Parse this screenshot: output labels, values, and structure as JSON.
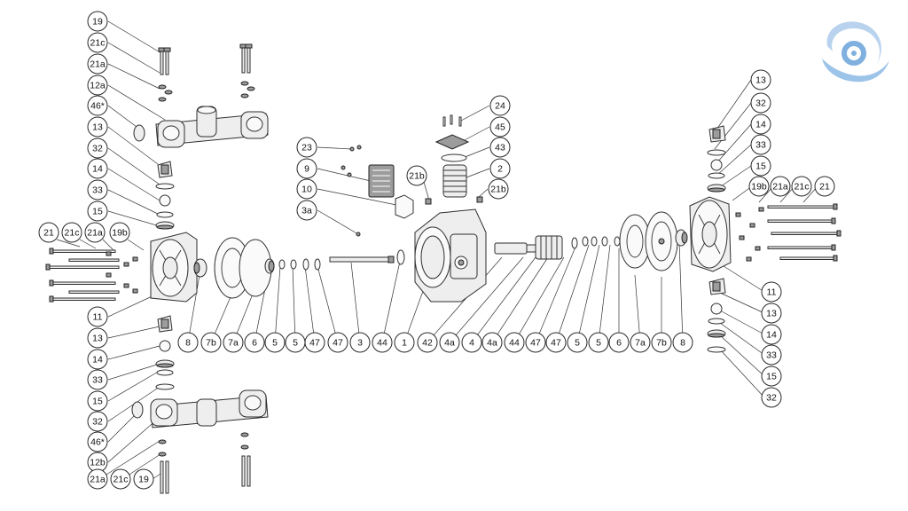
{
  "logo": {
    "icon": "swirl-logo-icon",
    "colors": [
      "#b9d3ee",
      "#7fb0df"
    ]
  },
  "top_left": [
    "19",
    "21c",
    "21a",
    "12a",
    "46*",
    "13",
    "32",
    "14",
    "33",
    "15"
  ],
  "left_mid": [
    "21",
    "21c",
    "21a",
    "19b"
  ],
  "left_low": [
    "11",
    "13",
    "14",
    "33",
    "15",
    "32",
    "46*",
    "12b"
  ],
  "bottom_left": [
    "21a",
    "21c",
    "19"
  ],
  "center_top": [
    "23",
    "9",
    "10",
    "3a"
  ],
  "center_right": [
    "24",
    "45",
    "43",
    "2",
    "21b",
    "21b"
  ],
  "bottom_row": [
    "8",
    "7b",
    "7a",
    "6",
    "5",
    "5",
    "47",
    "47",
    "3",
    "44",
    "1",
    "42",
    "4a",
    "4",
    "4a",
    "44",
    "47",
    "47",
    "5",
    "5",
    "6",
    "7a",
    "7b",
    "8"
  ],
  "right_col": [
    "13",
    "32",
    "14",
    "33",
    "15"
  ],
  "right_mid": [
    "19b",
    "21a",
    "21c",
    "21"
  ],
  "right_low": [
    "11",
    "13",
    "14",
    "33",
    "15",
    "32"
  ]
}
